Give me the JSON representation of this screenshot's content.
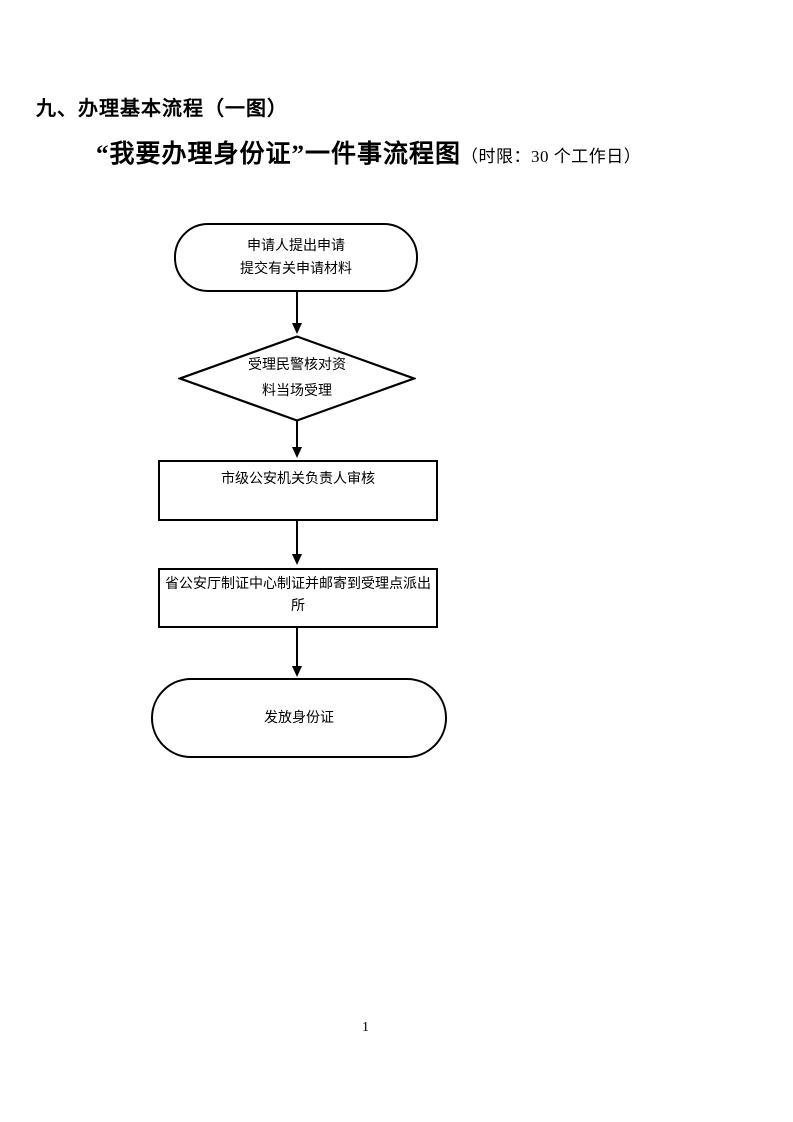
{
  "document": {
    "section_title": "九、办理基本流程（一图）",
    "chart_title": "“我要办理身份证”一件事流程图",
    "chart_title_note": "（时限：30 个工作日）",
    "page_number": "1"
  },
  "flowchart": {
    "nodes": [
      {
        "type": "terminator",
        "lines": [
          "申请人提出申请",
          "提交有关申请材料"
        ]
      },
      {
        "type": "decision",
        "lines": [
          "受理民警核对资",
          "料当场受理"
        ]
      },
      {
        "type": "process",
        "text": "市级公安机关负责人审核"
      },
      {
        "type": "process",
        "text": "省公安厅制证中心制证并邮寄到受理点派出所"
      },
      {
        "type": "terminator",
        "text": "发放身份证"
      }
    ],
    "line_color": "#000000",
    "fill_color": "#ffffff"
  }
}
